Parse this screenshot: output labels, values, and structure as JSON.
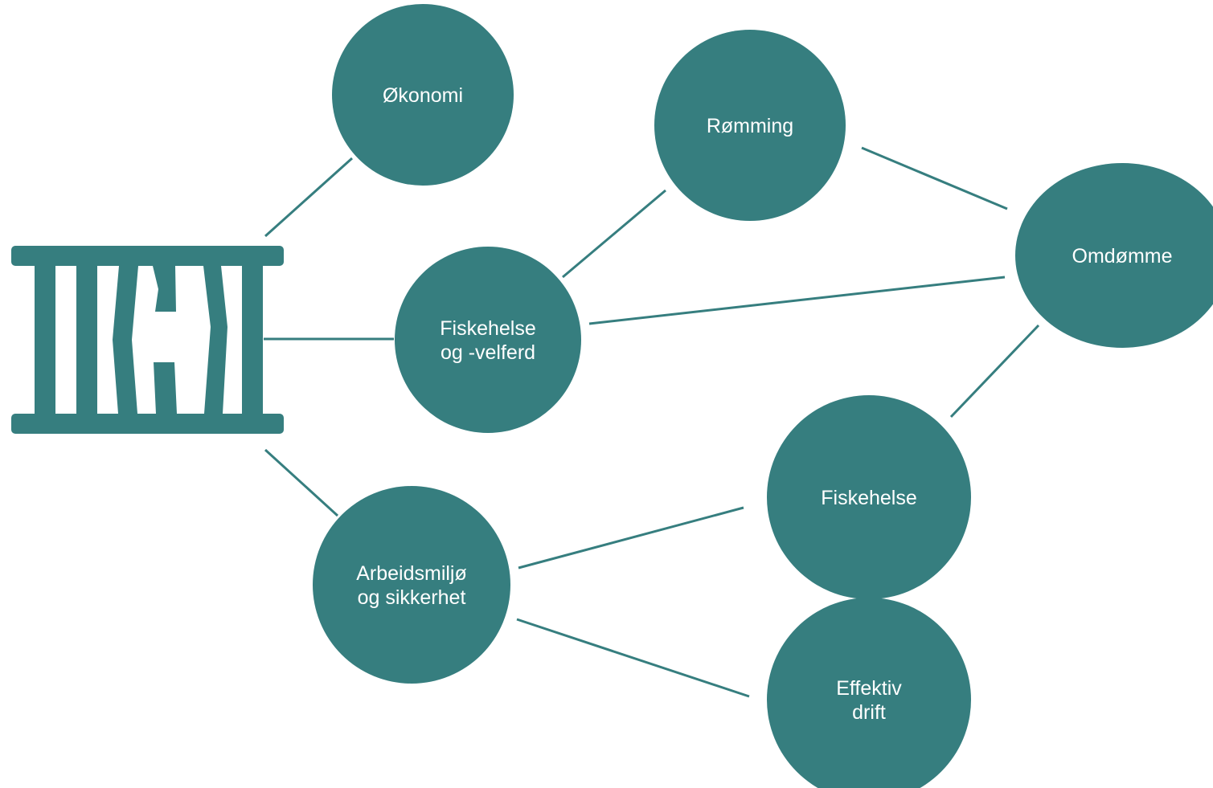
{
  "diagram": {
    "colors": {
      "node_fill": "#367E7F",
      "line": "#367E7F",
      "label": "#ffffff",
      "background": "#ffffff"
    },
    "icon": "fish-cage-icon",
    "nodes": {
      "okonomi": [
        "Økonomi"
      ],
      "romming": [
        "Rømming"
      ],
      "omdomme": [
        "Omdømme"
      ],
      "fiskehelse_velferd": [
        "Fiskehelse",
        "og -velferd"
      ],
      "arbeidsmiljo": [
        "Arbeidsmiljø",
        "og sikkerhet"
      ],
      "fiskehelse": [
        "Fiskehelse"
      ],
      "effektiv_drift": [
        "Effektiv",
        "drift"
      ]
    }
  }
}
